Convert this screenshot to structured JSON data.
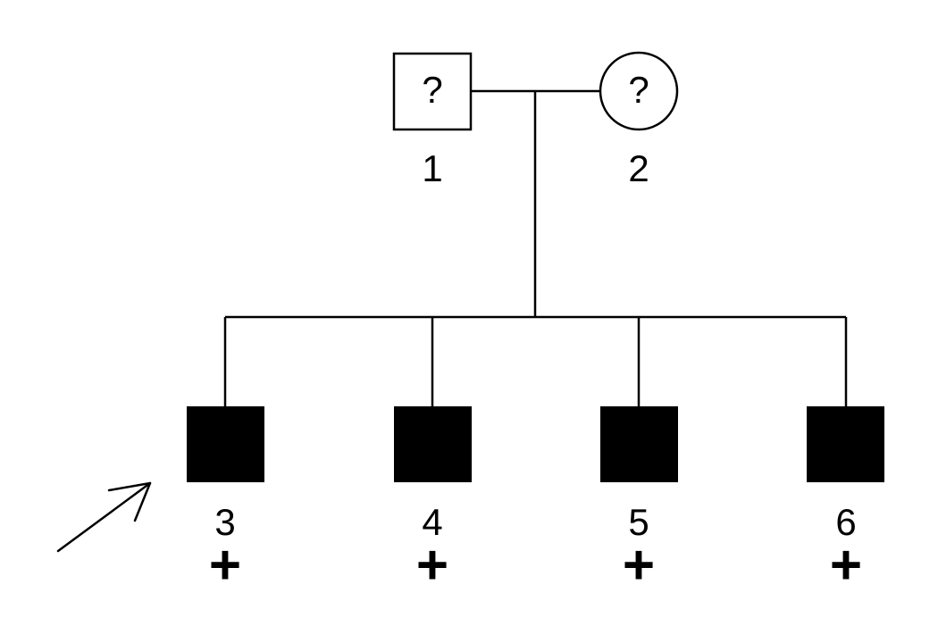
{
  "pedigree": {
    "colors": {
      "line": "#000000",
      "affected": "#000000",
      "unaffected": "#ffffff"
    },
    "individuals": [
      {
        "id": "1",
        "sex": "male",
        "affected": false,
        "mark": "?",
        "status": ""
      },
      {
        "id": "2",
        "sex": "female",
        "affected": false,
        "mark": "?",
        "status": ""
      },
      {
        "id": "3",
        "sex": "male",
        "affected": true,
        "mark": "",
        "status": "+",
        "proband": true
      },
      {
        "id": "4",
        "sex": "male",
        "affected": true,
        "mark": "",
        "status": "+"
      },
      {
        "id": "5",
        "sex": "male",
        "affected": true,
        "mark": "",
        "status": "+"
      },
      {
        "id": "6",
        "sex": "male",
        "affected": true,
        "mark": "",
        "status": "+"
      }
    ],
    "proband_arrow_icon": "arrow-up-right-icon"
  }
}
